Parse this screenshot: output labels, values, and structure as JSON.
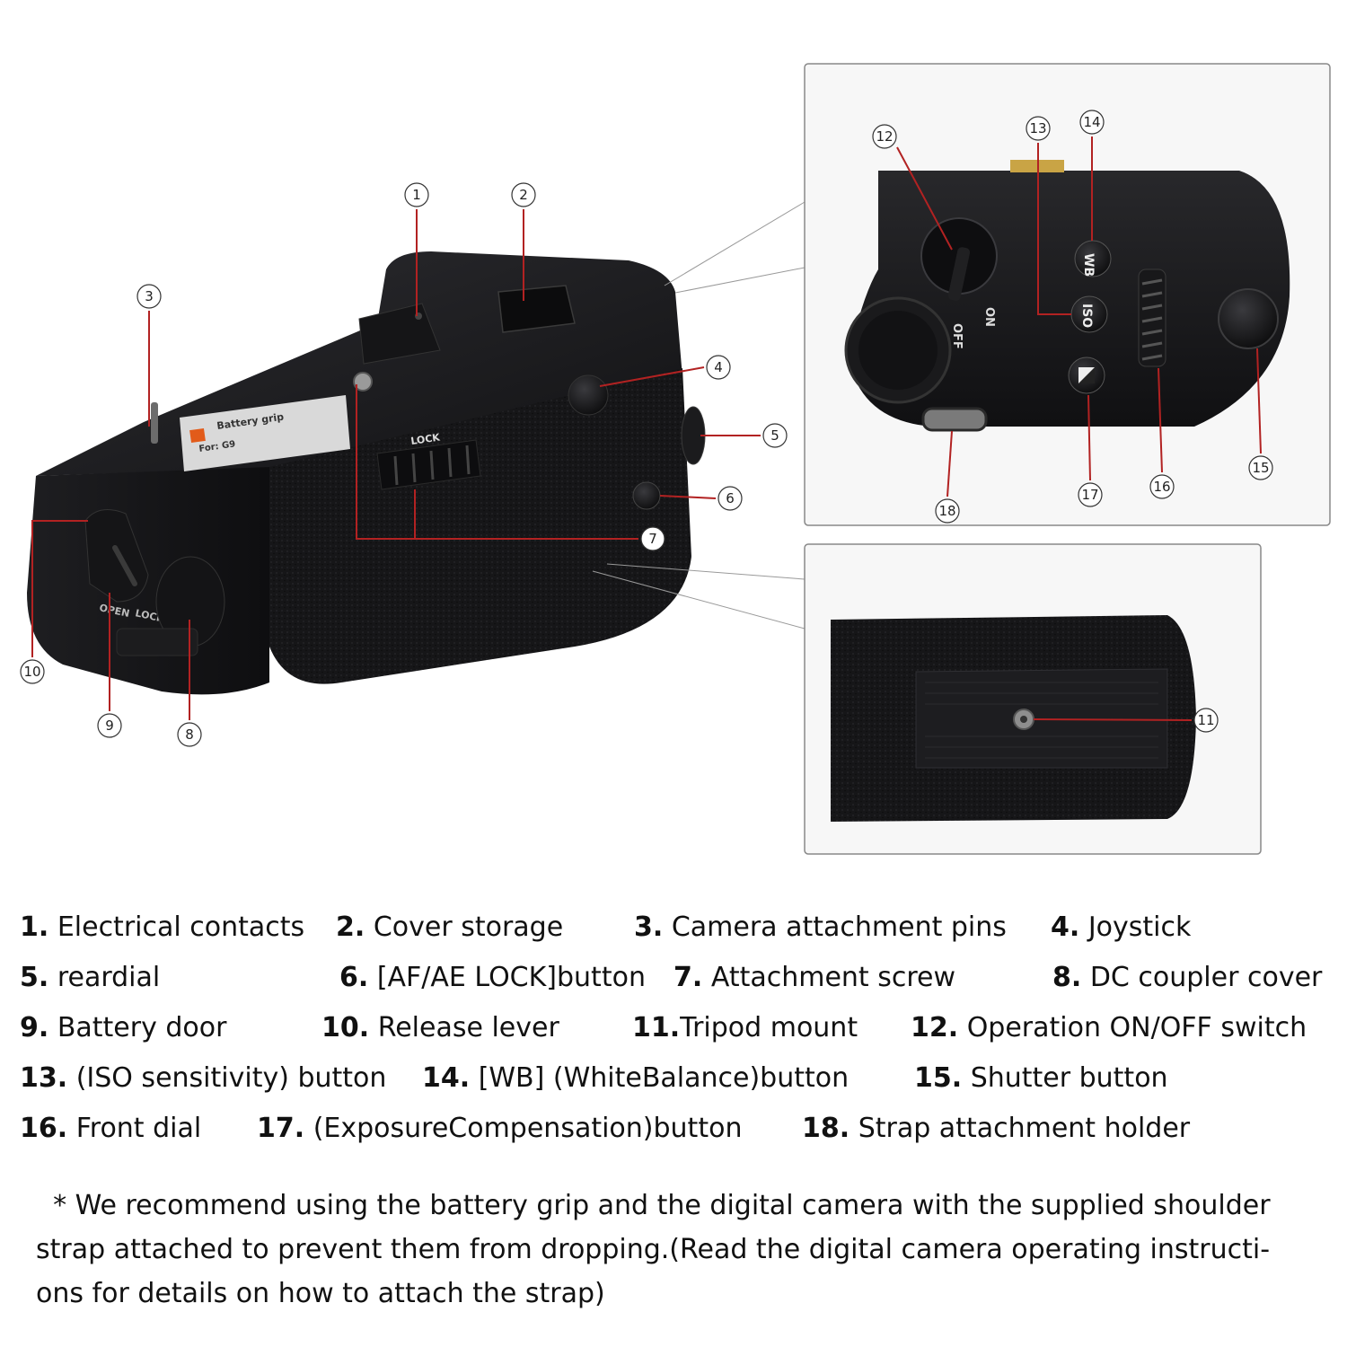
{
  "diagram": {
    "callout_numbers": [
      "1",
      "2",
      "3",
      "4",
      "5",
      "6",
      "7",
      "8",
      "9",
      "10",
      "11",
      "12",
      "13",
      "14",
      "15",
      "16",
      "17",
      "18"
    ],
    "device_text": {
      "lock_dial": "LOCK",
      "open": "OPEN",
      "lock_door": "LOCK",
      "off": "OFF",
      "on": "ON",
      "wb": "WB",
      "iso": "ISO",
      "label_brand": "Battery grip",
      "label_model": "For: G9"
    },
    "colors": {
      "leader_line": "#b22222",
      "grip_body": "#1a1a1c",
      "panel_border": "#888888"
    }
  },
  "legend": {
    "rows": [
      [
        {
          "num": "1.",
          "text": " Electrical contacts"
        },
        {
          "num": "2.",
          "text": " Cover storage"
        },
        {
          "num": "3.",
          "text": " Camera attachment pins"
        },
        {
          "num": "4.",
          "text": " Joystick"
        }
      ],
      [
        {
          "num": "5.",
          "text": " reardial"
        },
        {
          "num": "6.",
          "text": " [AF/AE LOCK]button"
        },
        {
          "num": "7.",
          "text": " Attachment screw"
        },
        {
          "num": "8.",
          "text": " DC coupler cover"
        }
      ],
      [
        {
          "num": "9.",
          "text": " Battery door"
        },
        {
          "num": "10.",
          "text": " Release lever"
        },
        {
          "num": "11.",
          "text": "Tripod mount"
        },
        {
          "num": "12.",
          "text": " Operation ON/OFF switch"
        }
      ],
      [
        {
          "num": "13.",
          "text": " (ISO sensitivity) button"
        },
        {
          "num": "14.",
          "text": " [WB] (WhiteBalance)button"
        },
        {
          "num": "15.",
          "text": " Shutter button"
        }
      ],
      [
        {
          "num": "16.",
          "text": " Front dial"
        },
        {
          "num": "17.",
          "text": " (ExposureCompensation)button"
        },
        {
          "num": "18.",
          "text": " Strap attachment holder"
        }
      ]
    ]
  },
  "note": "  * We recommend using the battery grip and the digital camera with the supplied shoulder strap attached to prevent them from dropping.(Read the digital camera operating instructi-ons for details on how to attach the strap)"
}
